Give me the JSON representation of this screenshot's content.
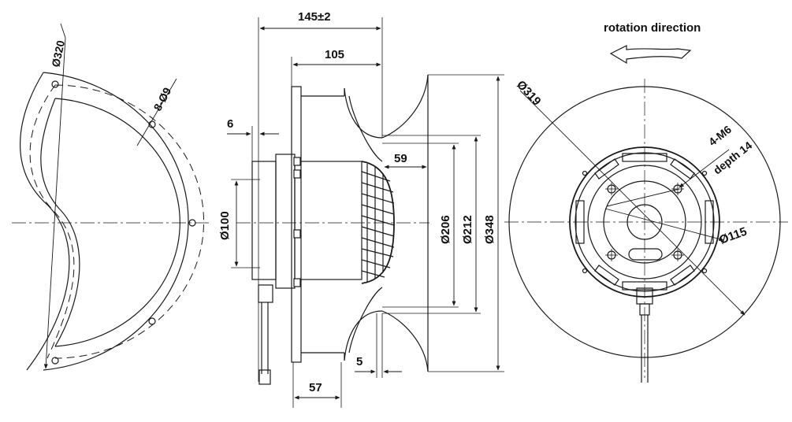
{
  "title": "rotation direction",
  "left_view": {
    "dia_outer": "Ø320",
    "holes": "8-Ø9"
  },
  "side_view": {
    "overall_depth": "145±2",
    "depth_105": "105",
    "flange_6": "6",
    "depth_59": "59",
    "dia_100": "Ø100",
    "dia_206": "Ø206",
    "dia_212": "Ø212",
    "dia_348": "Ø348",
    "gap_5": "5",
    "depth_57": "57"
  },
  "right_view": {
    "dia_319": "Ø319",
    "thread": "4-M6",
    "thread_depth": "depth 14",
    "dia_115": "Ø115"
  }
}
